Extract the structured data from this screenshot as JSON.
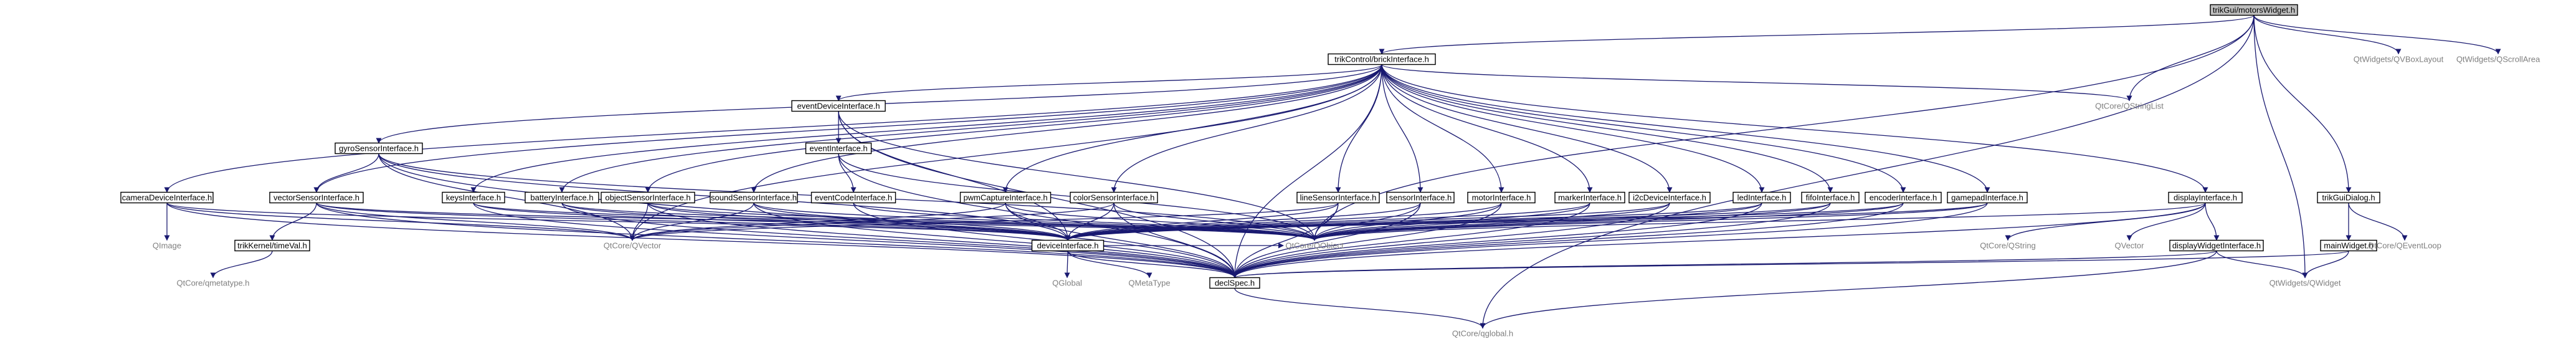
{
  "graph": {
    "root": "trikGui/motorsWidget.h",
    "nodes": [
      {
        "id": "root",
        "label": "trikGui/motorsWidget.h",
        "kind": "root"
      },
      {
        "id": "brick",
        "label": "trikControl/brickInterface.h",
        "kind": "normal"
      },
      {
        "id": "qvbox",
        "label": "QtWidgets/QVBoxLayout",
        "kind": "external"
      },
      {
        "id": "qscroll",
        "label": "QtWidgets/QScrollArea",
        "kind": "external"
      },
      {
        "id": "qstringlist",
        "label": "QtCore/QStringList",
        "kind": "external"
      },
      {
        "id": "eventDevice",
        "label": "eventDeviceInterface.h",
        "kind": "normal"
      },
      {
        "id": "event",
        "label": "eventInterface.h",
        "kind": "normal"
      },
      {
        "id": "gyro",
        "label": "gyroSensorInterface.h",
        "kind": "normal"
      },
      {
        "id": "camera",
        "label": "cameraDeviceInterface.h",
        "kind": "normal"
      },
      {
        "id": "vector",
        "label": "vectorSensorInterface.h",
        "kind": "normal"
      },
      {
        "id": "keys",
        "label": "keysInterface.h",
        "kind": "normal"
      },
      {
        "id": "battery",
        "label": "batteryInterface.h",
        "kind": "normal"
      },
      {
        "id": "objectSensor",
        "label": "objectSensorInterface.h",
        "kind": "normal"
      },
      {
        "id": "sound",
        "label": "soundSensorInterface.h",
        "kind": "normal"
      },
      {
        "id": "eventCode",
        "label": "eventCodeInterface.h",
        "kind": "normal"
      },
      {
        "id": "pwm",
        "label": "pwmCaptureInterface.h",
        "kind": "normal"
      },
      {
        "id": "color",
        "label": "colorSensorInterface.h",
        "kind": "normal"
      },
      {
        "id": "line",
        "label": "lineSensorInterface.h",
        "kind": "normal"
      },
      {
        "id": "sensor",
        "label": "sensorInterface.h",
        "kind": "normal"
      },
      {
        "id": "motor",
        "label": "motorInterface.h",
        "kind": "normal"
      },
      {
        "id": "marker",
        "label": "markerInterface.h",
        "kind": "normal"
      },
      {
        "id": "i2c",
        "label": "i2cDeviceInterface.h",
        "kind": "normal"
      },
      {
        "id": "led",
        "label": "ledInterface.h",
        "kind": "normal"
      },
      {
        "id": "fifo",
        "label": "fifoInterface.h",
        "kind": "normal"
      },
      {
        "id": "encoder",
        "label": "encoderInterface.h",
        "kind": "normal"
      },
      {
        "id": "gamepad",
        "label": "gamepadInterface.h",
        "kind": "normal"
      },
      {
        "id": "display",
        "label": "displayInterface.h",
        "kind": "normal"
      },
      {
        "id": "dialog",
        "label": "trikGuiDialog.h",
        "kind": "normal"
      },
      {
        "id": "qimage",
        "label": "QImage",
        "kind": "external"
      },
      {
        "id": "timeval",
        "label": "trikKernel/timeVal.h",
        "kind": "normal"
      },
      {
        "id": "qqvector",
        "label": "QtCore/QVector",
        "kind": "external"
      },
      {
        "id": "deviceInterface",
        "label": "deviceInterface.h",
        "kind": "normal"
      },
      {
        "id": "qobject",
        "label": "QtCore/QObject",
        "kind": "external"
      },
      {
        "id": "qstring",
        "label": "QtCore/QString",
        "kind": "external"
      },
      {
        "id": "qvector",
        "label": "QVector",
        "kind": "external"
      },
      {
        "id": "displayWidget",
        "label": "displayWidgetInterface.h",
        "kind": "normal"
      },
      {
        "id": "mainWidget",
        "label": "mainWidget.h",
        "kind": "normal"
      },
      {
        "id": "qeventloop",
        "label": "QtCore/QEventLoop",
        "kind": "external"
      },
      {
        "id": "qmetatype",
        "label": "QtCore/qmetatype.h",
        "kind": "external"
      },
      {
        "id": "qglobal",
        "label": "QGlobal",
        "kind": "external"
      },
      {
        "id": "qmetatype2",
        "label": "QMetaType",
        "kind": "external"
      },
      {
        "id": "declSpec",
        "label": "declSpec.h",
        "kind": "normal"
      },
      {
        "id": "qwidget",
        "label": "QtWidgets/QWidget",
        "kind": "external"
      },
      {
        "id": "qtglobal",
        "label": "QtCore/qglobal.h",
        "kind": "external"
      }
    ],
    "edges": [
      [
        "root",
        "brick"
      ],
      [
        "root",
        "qvbox"
      ],
      [
        "root",
        "qscroll"
      ],
      [
        "root",
        "qstringlist"
      ],
      [
        "root",
        "dialog"
      ],
      [
        "root",
        "qwidget"
      ],
      [
        "root",
        "qtglobal"
      ],
      [
        "root",
        "qobject"
      ],
      [
        "brick",
        "eventDevice"
      ],
      [
        "brick",
        "gyro"
      ],
      [
        "brick",
        "camera"
      ],
      [
        "brick",
        "vector"
      ],
      [
        "brick",
        "keys"
      ],
      [
        "brick",
        "battery"
      ],
      [
        "brick",
        "objectSensor"
      ],
      [
        "brick",
        "sound"
      ],
      [
        "brick",
        "pwm"
      ],
      [
        "brick",
        "color"
      ],
      [
        "brick",
        "line"
      ],
      [
        "brick",
        "sensor"
      ],
      [
        "brick",
        "motor"
      ],
      [
        "brick",
        "marker"
      ],
      [
        "brick",
        "i2c"
      ],
      [
        "brick",
        "led"
      ],
      [
        "brick",
        "fifo"
      ],
      [
        "brick",
        "encoder"
      ],
      [
        "brick",
        "gamepad"
      ],
      [
        "brick",
        "display"
      ],
      [
        "brick",
        "qstringlist"
      ],
      [
        "brick",
        "declSpec"
      ],
      [
        "brick",
        "qqvector"
      ],
      [
        "eventDevice",
        "event"
      ],
      [
        "eventDevice",
        "deviceInterface"
      ],
      [
        "eventDevice",
        "qobject"
      ],
      [
        "eventDevice",
        "declSpec"
      ],
      [
        "event",
        "eventCode"
      ],
      [
        "event",
        "qobject"
      ],
      [
        "event",
        "declSpec"
      ],
      [
        "eventCode",
        "qobject"
      ],
      [
        "eventCode",
        "declSpec"
      ],
      [
        "gyro",
        "vector"
      ],
      [
        "gyro",
        "deviceInterface"
      ],
      [
        "gyro",
        "declSpec"
      ],
      [
        "gyro",
        "qobject"
      ],
      [
        "gyro",
        "qqvector"
      ],
      [
        "camera",
        "qimage"
      ],
      [
        "camera",
        "deviceInterface"
      ],
      [
        "camera",
        "declSpec"
      ],
      [
        "camera",
        "qqvector"
      ],
      [
        "vector",
        "timeval"
      ],
      [
        "vector",
        "qqvector"
      ],
      [
        "vector",
        "deviceInterface"
      ],
      [
        "vector",
        "declSpec"
      ],
      [
        "vector",
        "qobject"
      ],
      [
        "timeval",
        "qmetatype"
      ],
      [
        "keys",
        "deviceInterface"
      ],
      [
        "keys",
        "qobject"
      ],
      [
        "keys",
        "declSpec"
      ],
      [
        "battery",
        "deviceInterface"
      ],
      [
        "battery",
        "declSpec"
      ],
      [
        "battery",
        "qobject"
      ],
      [
        "objectSensor",
        "qqvector"
      ],
      [
        "objectSensor",
        "deviceInterface"
      ],
      [
        "objectSensor",
        "declSpec"
      ],
      [
        "objectSensor",
        "qobject"
      ],
      [
        "sound",
        "qqvector"
      ],
      [
        "sound",
        "deviceInterface"
      ],
      [
        "sound",
        "declSpec"
      ],
      [
        "sound",
        "qobject"
      ],
      [
        "pwm",
        "qqvector"
      ],
      [
        "pwm",
        "deviceInterface"
      ],
      [
        "pwm",
        "declSpec"
      ],
      [
        "pwm",
        "qobject"
      ],
      [
        "color",
        "qqvector"
      ],
      [
        "color",
        "deviceInterface"
      ],
      [
        "color",
        "declSpec"
      ],
      [
        "color",
        "qobject"
      ],
      [
        "line",
        "qqvector"
      ],
      [
        "line",
        "deviceInterface"
      ],
      [
        "line",
        "declSpec"
      ],
      [
        "line",
        "qobject"
      ],
      [
        "sensor",
        "deviceInterface"
      ],
      [
        "sensor",
        "declSpec"
      ],
      [
        "sensor",
        "qobject"
      ],
      [
        "motor",
        "deviceInterface"
      ],
      [
        "motor",
        "declSpec"
      ],
      [
        "motor",
        "qobject"
      ],
      [
        "marker",
        "deviceInterface"
      ],
      [
        "marker",
        "declSpec"
      ],
      [
        "marker",
        "qobject"
      ],
      [
        "i2c",
        "deviceInterface"
      ],
      [
        "i2c",
        "declSpec"
      ],
      [
        "i2c",
        "qobject"
      ],
      [
        "led",
        "deviceInterface"
      ],
      [
        "led",
        "declSpec"
      ],
      [
        "led",
        "qobject"
      ],
      [
        "fifo",
        "deviceInterface"
      ],
      [
        "fifo",
        "declSpec"
      ],
      [
        "fifo",
        "qobject"
      ],
      [
        "encoder",
        "deviceInterface"
      ],
      [
        "encoder",
        "declSpec"
      ],
      [
        "encoder",
        "qobject"
      ],
      [
        "gamepad",
        "deviceInterface"
      ],
      [
        "gamepad",
        "declSpec"
      ],
      [
        "gamepad",
        "qobject"
      ],
      [
        "display",
        "displayWidget"
      ],
      [
        "display",
        "qvector"
      ],
      [
        "display",
        "qstring"
      ],
      [
        "display",
        "declSpec"
      ],
      [
        "display",
        "qobject"
      ],
      [
        "displayWidget",
        "declSpec"
      ],
      [
        "displayWidget",
        "qwidget"
      ],
      [
        "displayWidget",
        "qtglobal"
      ],
      [
        "deviceInterface",
        "qglobal"
      ],
      [
        "deviceInterface",
        "qmetatype2"
      ],
      [
        "deviceInterface",
        "declSpec"
      ],
      [
        "deviceInterface",
        "qobject"
      ],
      [
        "dialog",
        "mainWidget"
      ],
      [
        "dialog",
        "qeventloop"
      ],
      [
        "mainWidget",
        "qwidget"
      ],
      [
        "mainWidget",
        "declSpec"
      ],
      [
        "declSpec",
        "qtglobal"
      ]
    ]
  },
  "style": {
    "edge_color": "#191970",
    "root_fill": "#bfbfbf",
    "external_text_color": "#7f7f7f"
  }
}
